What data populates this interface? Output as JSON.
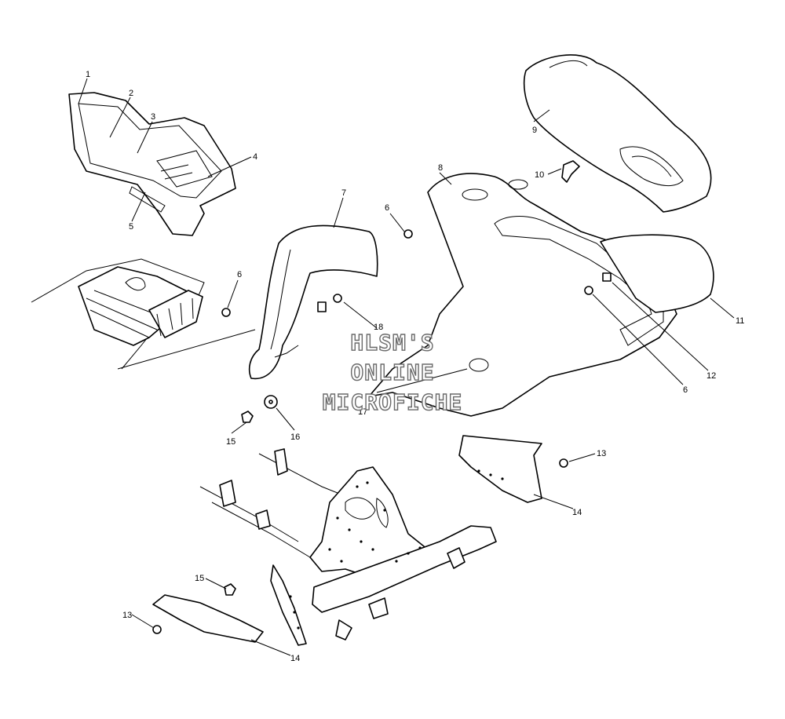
{
  "callouts": {
    "c1": "1",
    "c2": "2",
    "c3": "3",
    "c4": "4",
    "c5": "5",
    "c6a": "6",
    "c6b": "6",
    "c6c": "6",
    "c7": "7",
    "c8": "8",
    "c9": "9",
    "c10": "10",
    "c11": "11",
    "c12": "12",
    "c13a": "13",
    "c13b": "13",
    "c14a": "14",
    "c14b": "14",
    "c15a": "15",
    "c15b": "15",
    "c16": "16",
    "c17": "17",
    "c18": "18"
  },
  "watermark": {
    "line1": "HLSM'S",
    "line2": "ONLINE",
    "line3": "MICROFICHE"
  }
}
